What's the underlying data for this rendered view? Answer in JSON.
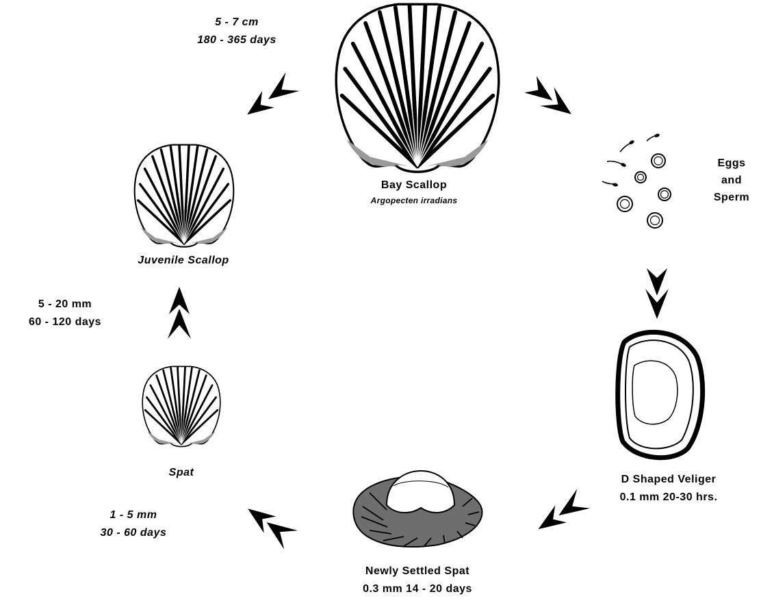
{
  "colors": {
    "ink": "#000000",
    "shade": "#9a9a9a",
    "paper": "#ffffff"
  },
  "stages": {
    "adult": {
      "name": "Bay Scallop",
      "species": "Argopecten irradians",
      "size": "5 - 7 cm",
      "duration": "180 - 365 days"
    },
    "gametes": {
      "line1": "Eggs",
      "line2": "and",
      "line3": "Sperm"
    },
    "veliger": {
      "name": "D Shaped Veliger",
      "detail": "0.1 mm 20-30 hrs."
    },
    "settled_spat": {
      "name": "Newly Settled Spat",
      "detail": "0.3 mm 14 - 20 days"
    },
    "spat": {
      "name": "Spat",
      "size": "1 - 5 mm",
      "duration": "30 - 60 days"
    },
    "juvenile": {
      "name": "Juvenile Scallop",
      "size": "5 - 20 mm",
      "duration": "60 - 120 days"
    }
  }
}
